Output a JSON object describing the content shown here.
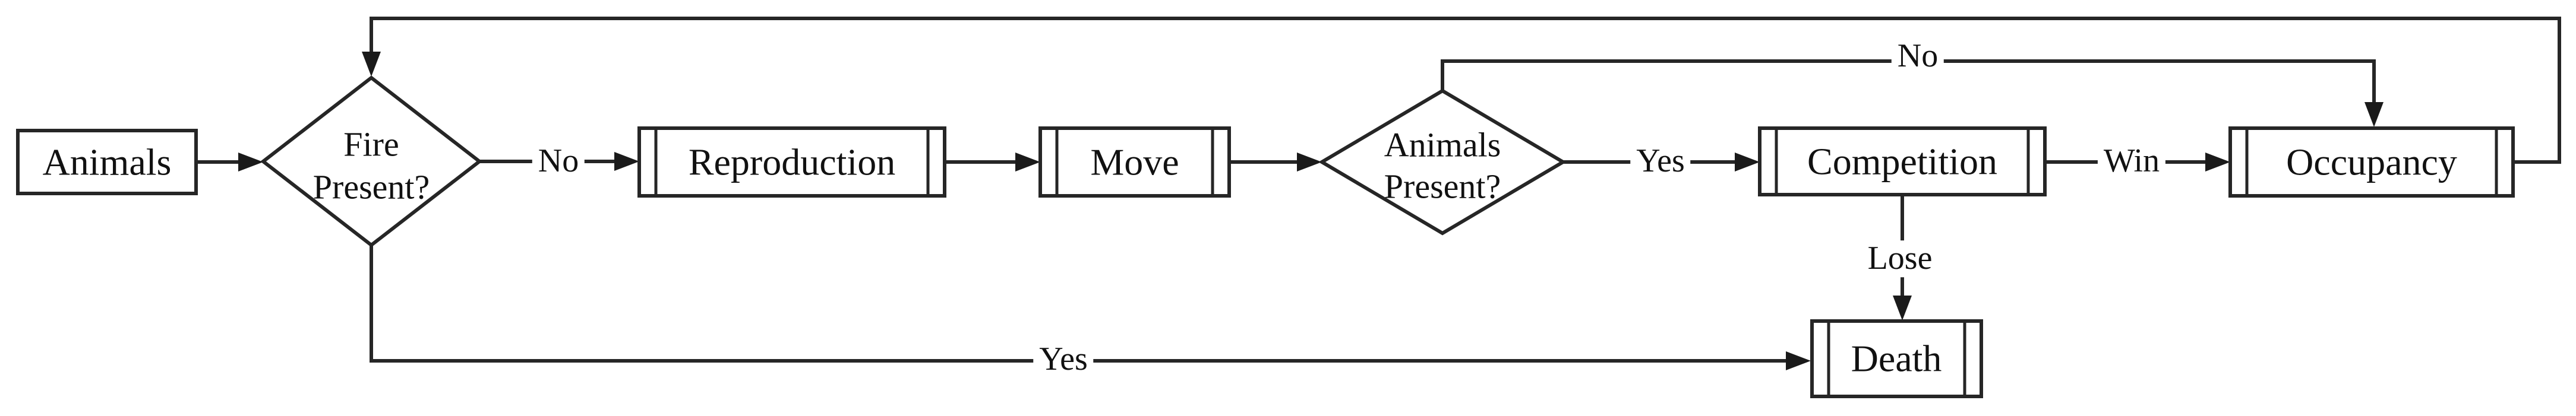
{
  "flow": {
    "type": "flowchart",
    "background": "#ffffff",
    "line_color": "#262626",
    "text_color": "#111111",
    "nodes": {
      "animals": {
        "label": "Animals",
        "shape": "rectangle"
      },
      "fire": {
        "label": "Fire Present?",
        "shape": "decision",
        "line1": "Fire",
        "line2": "Present?"
      },
      "reproduction": {
        "label": "Reproduction",
        "shape": "predefined-process"
      },
      "move": {
        "label": "Move",
        "shape": "predefined-process"
      },
      "animals_present": {
        "label": "Animals Present?",
        "shape": "decision",
        "line1": "Animals",
        "line2": "Present?"
      },
      "competition": {
        "label": "Competition",
        "shape": "predefined-process"
      },
      "occupancy": {
        "label": "Occupancy",
        "shape": "predefined-process"
      },
      "death": {
        "label": "Death",
        "shape": "predefined-process"
      }
    },
    "edges": {
      "animals_to_fire": {
        "from": "Animals",
        "to": "Fire Present?",
        "label": ""
      },
      "fire_no": {
        "from": "Fire Present?",
        "to": "Reproduction",
        "label": "No"
      },
      "reproduction_to_move": {
        "from": "Reproduction",
        "to": "Move",
        "label": ""
      },
      "move_to_present": {
        "from": "Move",
        "to": "Animals Present?",
        "label": ""
      },
      "present_yes": {
        "from": "Animals Present?",
        "to": "Competition",
        "label": "Yes"
      },
      "competition_win": {
        "from": "Competition",
        "to": "Occupancy",
        "label": "Win"
      },
      "competition_lose": {
        "from": "Competition",
        "to": "Death",
        "label": "Lose"
      },
      "fire_yes": {
        "from": "Fire Present?",
        "to": "Death",
        "label": "Yes"
      },
      "present_no": {
        "from": "Animals Present?",
        "to": "Occupancy",
        "label": "No"
      },
      "occupancy_feedback": {
        "from": "Occupancy",
        "to": "Fire Present?",
        "label": ""
      }
    }
  }
}
